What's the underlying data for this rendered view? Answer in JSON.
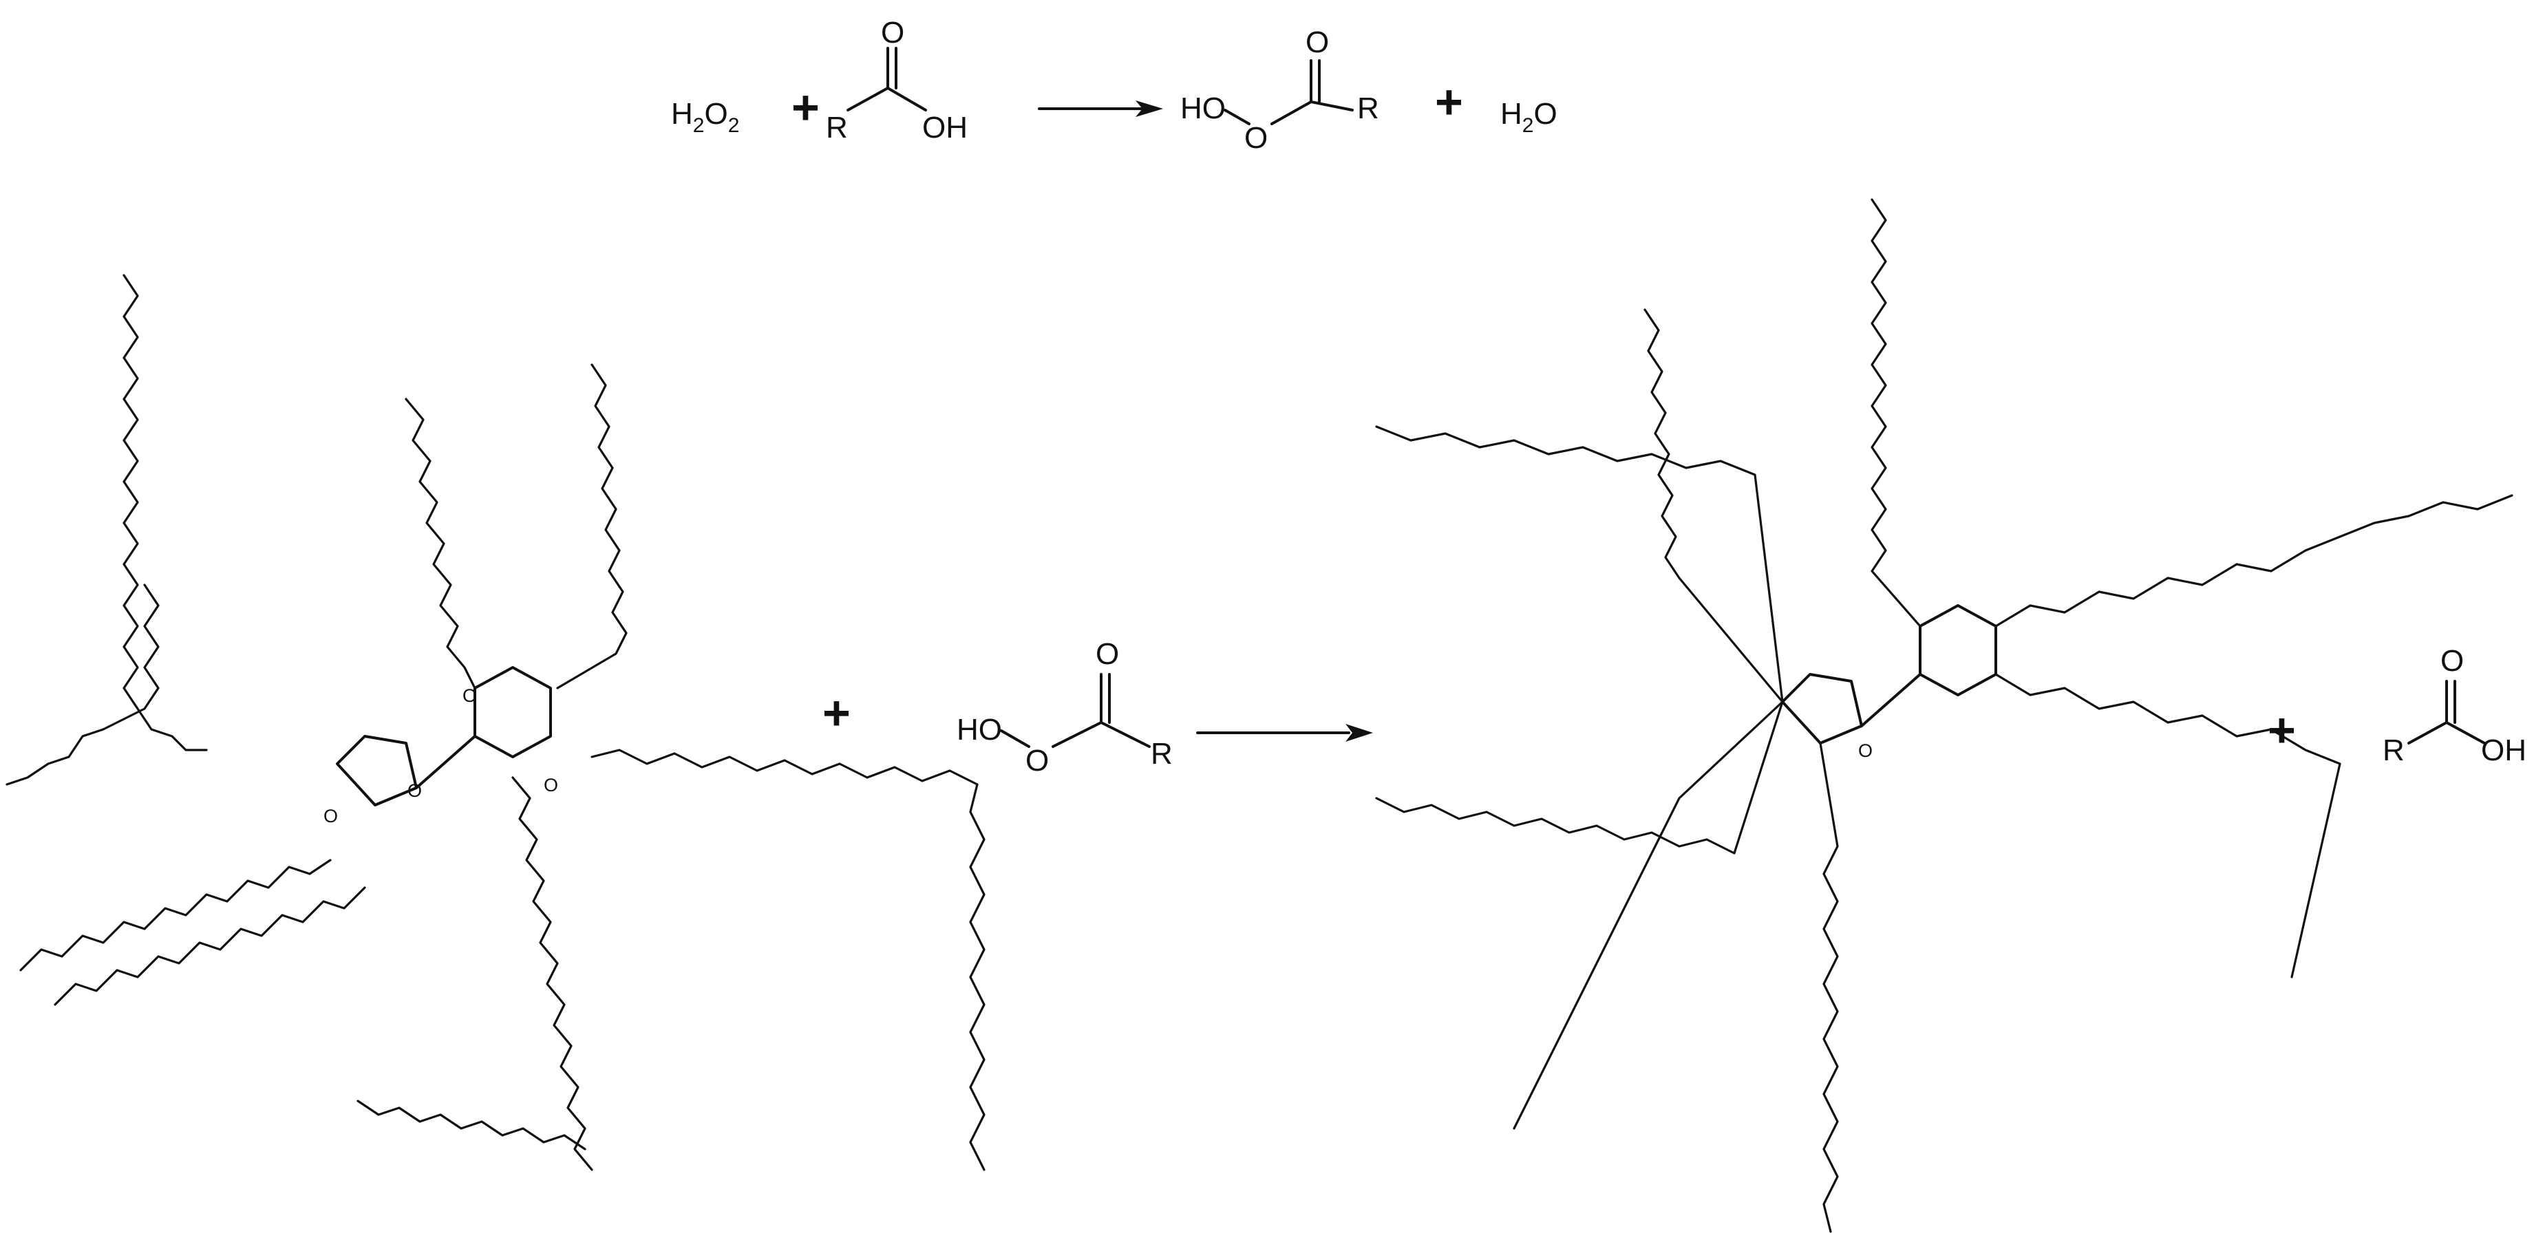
{
  "reaction_1": {
    "reactant_1": "H2O2",
    "reactant_1_parts": [
      "H",
      "2",
      "O",
      "2"
    ],
    "plus": "+",
    "acid_labels": {
      "r": "R",
      "oh": "OH",
      "o": "O"
    },
    "arrow": "→",
    "peracid_labels": {
      "ho": "HO",
      "o_bridge": "O",
      "o_carbonyl": "O",
      "r": "R"
    },
    "plus_2": "+",
    "product_2": "H2O",
    "product_2_parts": [
      "H",
      "2",
      "O"
    ]
  },
  "reaction_2": {
    "plus": "+",
    "peracid_labels": {
      "ho": "HO",
      "o_bridge": "O",
      "o_carbonyl": "O",
      "r": "R"
    },
    "arrow": "→",
    "plus_2": "+",
    "acid_labels": {
      "o": "O",
      "r": "R",
      "oh": "OH"
    }
  },
  "sucrose_ester": {
    "atom_label": "O",
    "ring_labels": [
      "O",
      "O"
    ]
  },
  "epoxidized_ester": {
    "atom_label": "O"
  }
}
